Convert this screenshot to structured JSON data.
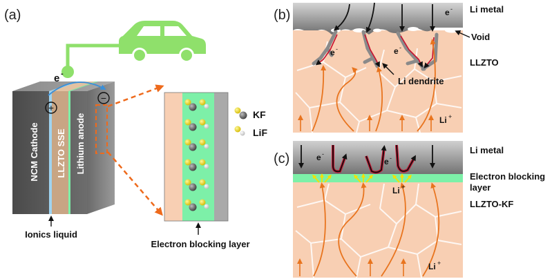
{
  "panels": {
    "a": {
      "label": "(a)",
      "electron_label": "e",
      "electron_sup": "-",
      "plus_sign": "+",
      "minus_sign": "−",
      "cathode_label": "NCM Cathode",
      "sse_label": "LLZTO SSE",
      "anode_label": "Lithium anode",
      "ionic_liquid_label": "Ionics liquid",
      "ebl_label": "Electron blocking layer",
      "legend": [
        {
          "name": "KF"
        },
        {
          "name": "LiF"
        }
      ]
    },
    "b": {
      "label": "(b)",
      "li_metal_label": "Li metal",
      "electron_label": "e",
      "electron_sup": "-",
      "void_label": "Void",
      "llzto_label": "LLZTO",
      "dendrite_label": "Li dendrite",
      "li_ion_label": "Li",
      "li_ion_sup": "+"
    },
    "c": {
      "label": "(c)",
      "li_metal_label": "Li metal",
      "electron_label": "e",
      "electron_sup": "-",
      "ebl_label_line1": "Electron blocking",
      "ebl_label_line2": "layer",
      "llzto_kf_label": "LLZTO-KF",
      "li_ion_label": "Li",
      "li_ion_sup": "+"
    }
  },
  "colors": {
    "car_green": "#8fe06b",
    "cathode_blue": "#9fd3f0",
    "sse_tan": "#c8a584",
    "ebl_green": "#7df0a8",
    "ceramic": "#f8cfb3",
    "metal_dark": "#7a7a7a",
    "arrow_orange": "#e8741e",
    "dendrite_red": "#c8102e"
  }
}
